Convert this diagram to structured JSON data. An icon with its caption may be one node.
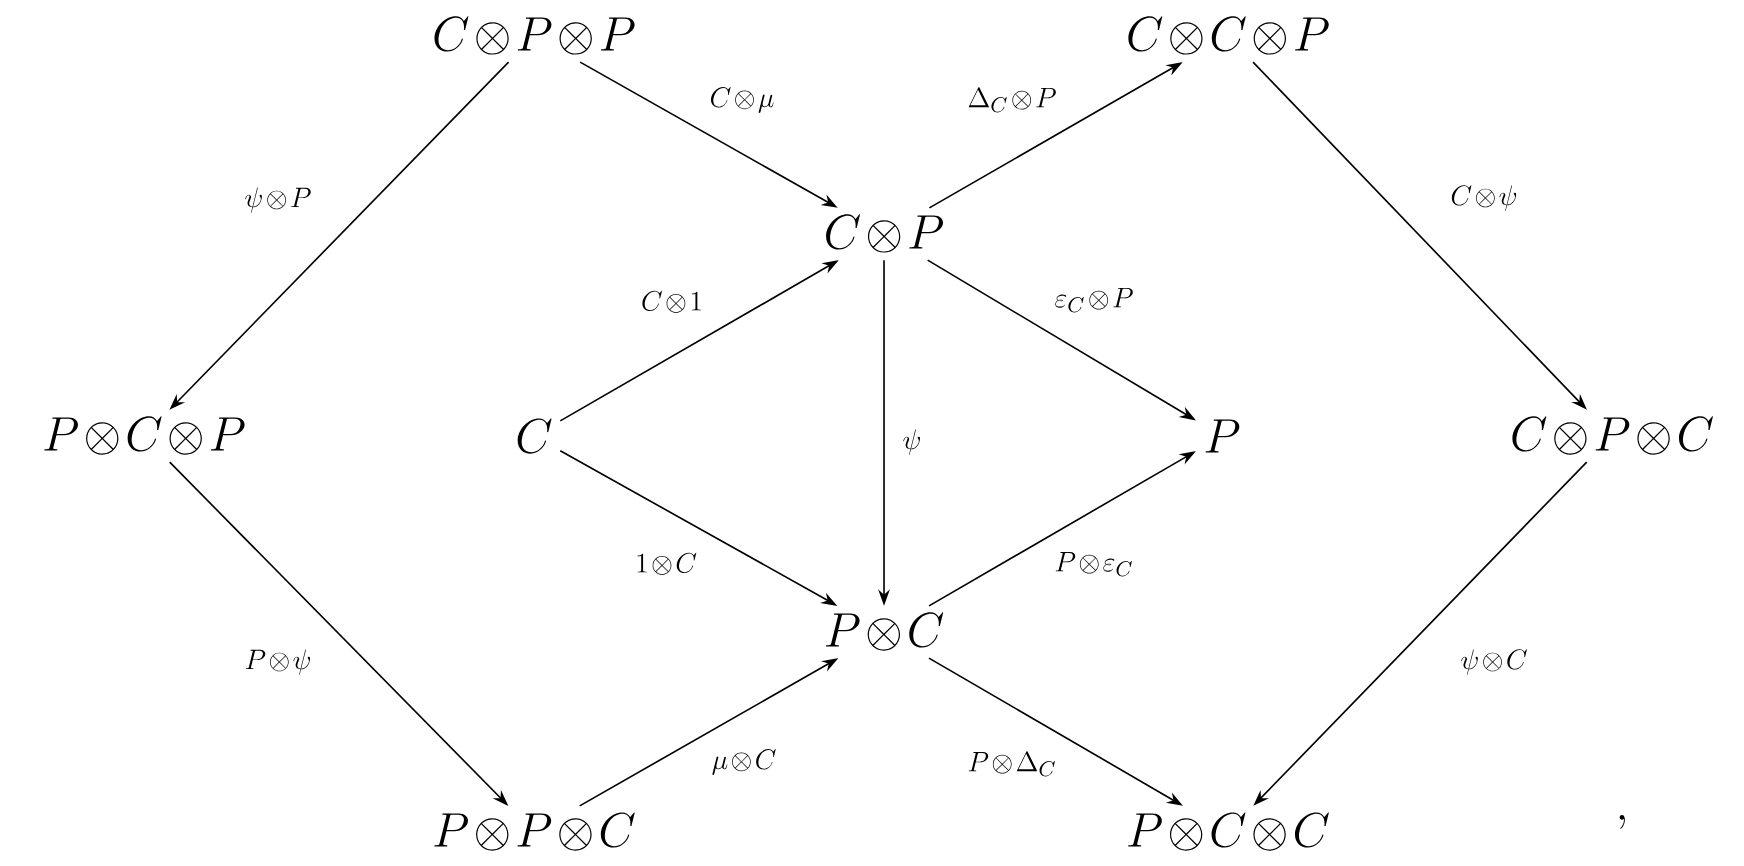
{
  "diagram": {
    "nodes": [
      {
        "text": [
          "C\\otimes P\\otimes P"
        ]
      },
      {
        "text": [
          "C\\otimes C\\otimes P"
        ]
      },
      {
        "text": [
          "C\\otimes P"
        ]
      },
      {
        "text": [
          "P\\otimes C\\otimes P"
        ]
      },
      {
        "text": [
          "C"
        ]
      },
      {
        "text": [
          "P"
        ]
      },
      {
        "text": [
          "C\\otimes P\\otimes C"
        ]
      },
      {
        "text": [
          "P\\otimes C"
        ]
      },
      {
        "text": [
          "P\\otimes P\\otimes C"
        ]
      },
      {
        "text": [
          "P\\otimes C\\otimes C"
        ]
      }
    ],
    "edges": [
      {
        "from": 0,
        "to": 3,
        "arrow": "to",
        "label": "\\psi\\otimes P"
      },
      {
        "from": 0,
        "to": 2,
        "arrow": "to",
        "label": "C\\otimes\\mu"
      },
      {
        "from": 2,
        "to": 1,
        "arrow": "to",
        "label": "\\Delta_C\\otimes P"
      },
      {
        "from": 1,
        "to": 6,
        "arrow": "to",
        "label": "C\\otimes\\psi"
      },
      {
        "from": 4,
        "to": 2,
        "arrow": "to",
        "label": "C\\otimes 1"
      },
      {
        "from": 4,
        "to": 7,
        "arrow": "to",
        "label": "1\\otimes C"
      },
      {
        "from": 2,
        "to": 7,
        "arrow": "to",
        "label": "\\psi"
      },
      {
        "from": 2,
        "to": 5,
        "arrow": "to",
        "label": "\\varepsilon_C\\otimes P"
      },
      {
        "from": 7,
        "to": 5,
        "arrow": "to",
        "label": "P\\otimes\\varepsilon_C"
      },
      {
        "from": 3,
        "to": 8,
        "arrow": "to",
        "label": "P\\otimes\\psi"
      },
      {
        "from": 8,
        "to": 7,
        "arrow": "to",
        "label": "\\mu\\otimes C"
      },
      {
        "from": 7,
        "to": 9,
        "arrow": "to",
        "label": "P\\otimes\\Delta_C"
      },
      {
        "from": 6,
        "to": 9,
        "arrow": "to",
        "label": "\\psi\\otimes C"
      }
    ],
    "labels": [
      ","
    ]
  }
}
